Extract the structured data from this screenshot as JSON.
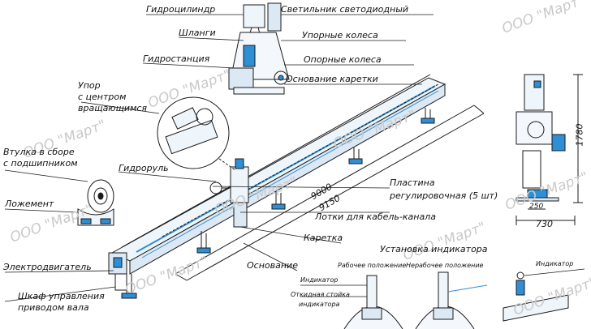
{
  "labels": {
    "hydrocylinder": "Гидроцилиндр",
    "hoses": "Шланги",
    "hydrostation": "Гидростанция",
    "led_lamp": "Светильник светодиодный",
    "stop_wheels": "Упорные колеса",
    "support_wheels": "Опорные колеса",
    "carriage_base": "Основание каретки",
    "stop_line1": "Упор",
    "stop_line2": "с центром",
    "stop_line3": "вращающимся",
    "bushing_line1": "Втулка в сборе",
    "bushing_line2": "с подшипником",
    "handwheel": "Гидроруль",
    "cradle": "Ложемент",
    "plate_line1": "Пластина",
    "plate_line2": "регулировочная (5 шт)",
    "cable_trays": "Лотки для кабель-канала",
    "carriage": "Каретка",
    "electromotor": "Электродвигатель",
    "base": "Основание",
    "cabinet_line1": "Шкаф управления",
    "cabinet_line2": "приводом вала",
    "indicator_setup": "Установка индикатора",
    "working_position": "Рабочее положение",
    "idle_position": "Нерабочее положение",
    "indicator_small": "Индикатор",
    "indicator": "Индикатор",
    "folding_rack_line1": "Откидная стойка",
    "folding_rack_line2": "индикатора"
  },
  "dimensions": {
    "length_9000": "9000",
    "length_9150": "9150",
    "height_1780": "1780",
    "width_250": "250",
    "width_730": "730"
  },
  "watermark": "ООО \"Март\"",
  "colors": {
    "outline": "#1a1a1a",
    "accent_blue": "#2f8fd6",
    "watermark_gray": "#c9c9c9"
  }
}
